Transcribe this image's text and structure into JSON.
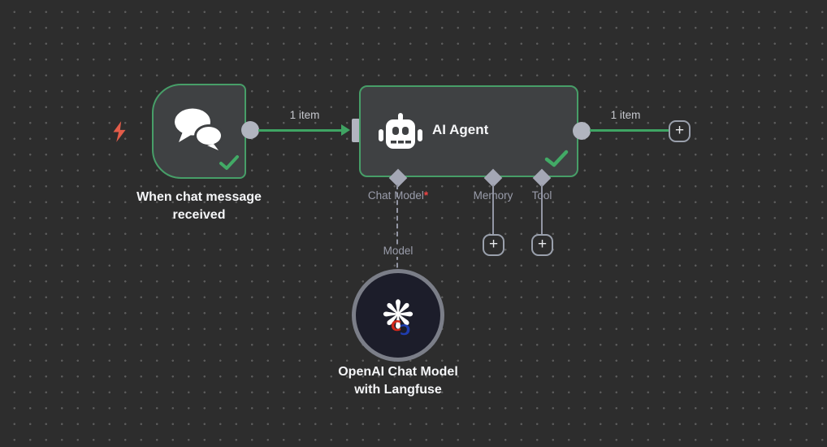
{
  "canvas": {
    "background": "#2d2d2d",
    "grid_dot_color": "#5c5c5c"
  },
  "colors": {
    "node_border_green": "#479e68",
    "connection_green": "#3fa463",
    "success_check_green": "#42aa66",
    "connector_gray": "#b1b4bf",
    "endpoint_gray": "#9396a4",
    "trigger_bolt_red": "#e25c49",
    "required_asterisk_red": "#ef4444",
    "model_node_fill": "#1c1d2a",
    "model_ring_gray": "#7b7e88"
  },
  "trigger": {
    "title_line1": "When chat message",
    "title_line2": "received",
    "icon": "chat-bubbles-icon"
  },
  "agent": {
    "title": "AI Agent",
    "icon": "robot-icon",
    "endpoints": {
      "chat_model": {
        "label": "Chat Model",
        "required_mark": "*"
      },
      "memory": {
        "label": "Memory"
      },
      "tool": {
        "label": "Tool"
      }
    }
  },
  "model_node": {
    "title_line1": "OpenAI Chat Model",
    "title_line2": "with Langfuse",
    "endpoint_label": "Model",
    "icon": "openai-icon"
  },
  "connections": {
    "in_label": "1 item",
    "out_label": "1 item"
  },
  "buttons": {
    "plus_label": "+"
  }
}
